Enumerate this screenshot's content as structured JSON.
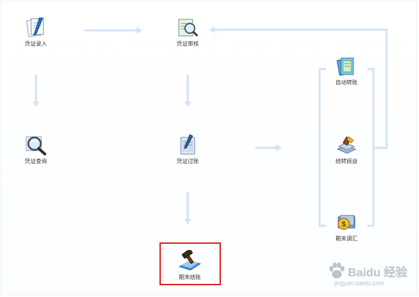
{
  "nodes": {
    "voucher_entry": {
      "label": "凭证录入",
      "icon": "voucher-entry-icon"
    },
    "voucher_review": {
      "label": "凭证审核",
      "icon": "voucher-review-icon"
    },
    "voucher_query": {
      "label": "凭证查询",
      "icon": "voucher-query-icon"
    },
    "voucher_posting": {
      "label": "凭证过账",
      "icon": "voucher-posting-icon"
    },
    "auto_transfer": {
      "label": "自动转账",
      "icon": "auto-transfer-icon"
    },
    "profit_loss_transfer": {
      "label": "结转损益",
      "icon": "profit-loss-transfer-icon"
    },
    "period_end_exchange": {
      "label": "期末调汇",
      "icon": "exchange-adjust-icon"
    },
    "period_end_close": {
      "label": "期末结账",
      "icon": "period-close-icon"
    }
  },
  "watermark": {
    "brand": "Baidu 经验",
    "url": "jingyan.baidu.com"
  },
  "colors": {
    "arrow": "#d3e3f3",
    "highlight": "#e02020",
    "label": "#333333"
  }
}
